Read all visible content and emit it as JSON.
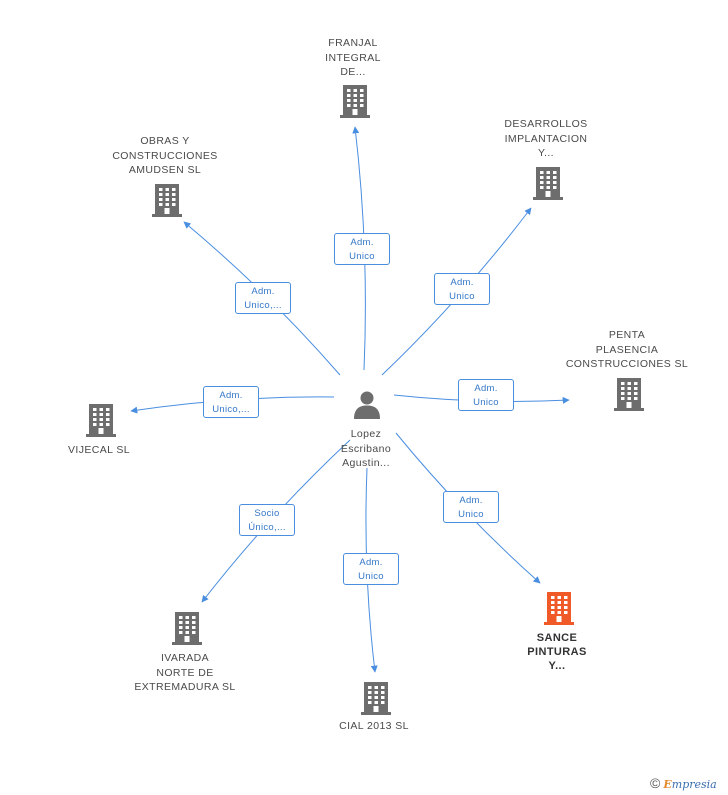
{
  "center": {
    "lines": [
      "Lopez",
      "Escribano",
      "Agustin..."
    ]
  },
  "companies": [
    {
      "id": "franjal",
      "lines": [
        "FRANJAL",
        "INTEGRAL",
        "DE..."
      ],
      "highlight": false
    },
    {
      "id": "desarrollos",
      "lines": [
        "DESARROLLOS",
        "IMPLANTACION",
        "Y..."
      ],
      "highlight": false
    },
    {
      "id": "obras",
      "lines": [
        "OBRAS Y",
        "CONSTRUCCIONES",
        "AMUDSEN SL"
      ],
      "highlight": false
    },
    {
      "id": "penta",
      "lines": [
        "PENTA",
        "PLASENCIA",
        "CONSTRUCCIONES SL"
      ],
      "highlight": false
    },
    {
      "id": "vijecal",
      "lines": [
        "VIJECAL SL"
      ],
      "highlight": false
    },
    {
      "id": "sance",
      "lines": [
        "SANCE",
        "PINTURAS",
        "Y..."
      ],
      "highlight": true
    },
    {
      "id": "ivarada",
      "lines": [
        "IVARADA",
        "NORTE DE",
        "EXTREMADURA SL"
      ],
      "highlight": false
    },
    {
      "id": "cial",
      "lines": [
        "CIAL 2013 SL"
      ],
      "highlight": false
    }
  ],
  "edges": [
    {
      "target": "franjal",
      "lines": [
        "Adm.",
        "Unico"
      ]
    },
    {
      "target": "desarrollos",
      "lines": [
        "Adm.",
        "Unico"
      ]
    },
    {
      "target": "obras",
      "lines": [
        "Adm.",
        "Unico,..."
      ]
    },
    {
      "target": "penta",
      "lines": [
        "Adm.",
        "Unico"
      ]
    },
    {
      "target": "vijecal",
      "lines": [
        "Adm.",
        "Unico,..."
      ]
    },
    {
      "target": "sance",
      "lines": [
        "Adm.",
        "Unico"
      ]
    },
    {
      "target": "ivarada",
      "lines": [
        "Socio",
        "Único,..."
      ]
    },
    {
      "target": "cial",
      "lines": [
        "Adm.",
        "Unico"
      ]
    }
  ],
  "colors": {
    "edge": "#4a8ee0",
    "building": "#6d6d6d",
    "building_highlight": "#f05a28",
    "person": "#6d6d6d"
  },
  "footer": {
    "copyright": "©",
    "brand_initial": "E",
    "brand_rest": "mpresia"
  }
}
